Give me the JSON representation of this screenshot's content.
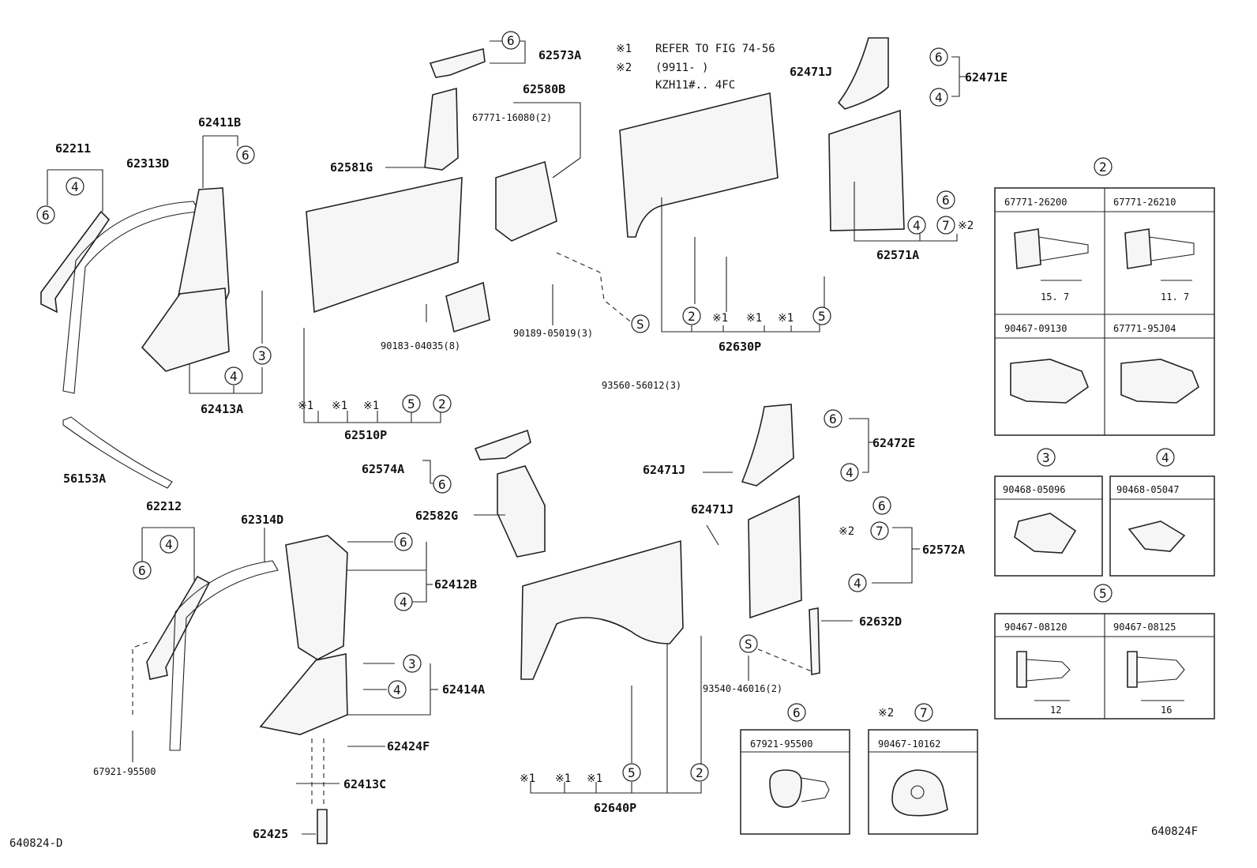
{
  "notes": {
    "n1_mark": "※1",
    "n1_text": "REFER TO FIG 74-56",
    "n2_mark": "※2",
    "n2_text": "(9911-      )",
    "n2_text2": "KZH11#.. 4FC"
  },
  "parts": {
    "p62573A": "62573A",
    "p62580B": "62580B",
    "p67771_16080": "67771-16080(2)",
    "p62581G": "62581G",
    "p62411B": "62411B",
    "p62211": "62211",
    "p62313D": "62313D",
    "p62413A": "62413A",
    "p62510P": "62510P",
    "p90183": "90183-04035(8)",
    "p90189": "90189-05019(3)",
    "p93560": "93560-56012(3)",
    "p62471J_a": "62471J",
    "p62471E": "62471E",
    "p62571A": "62571A",
    "p62630P": "62630P",
    "p56153A": "56153A",
    "p62212": "62212",
    "p62314D": "62314D",
    "p62412B": "62412B",
    "p62414A": "62414A",
    "p62424F": "62424F",
    "p62413C": "62413C",
    "p62425": "62425",
    "p67921_bl": "67921-95500",
    "p62574A": "62574A",
    "p62582G": "62582G",
    "p62472E": "62472E",
    "p62471J_b": "62471J",
    "p62471J_c": "62471J",
    "p62572A": "62572A",
    "p62632D": "62632D",
    "p93540": "93540-46016(2)",
    "p62640P": "62640P"
  },
  "circles": {
    "c2": "2",
    "c3": "3",
    "c4": "4",
    "c5": "5",
    "c6": "6",
    "c7": "7",
    "cS": "S"
  },
  "star1": "※1",
  "star2": "※2",
  "legend": {
    "g2": {
      "num": "2",
      "parts": [
        "67771-26200",
        "67771-26210",
        "90467-09130",
        "67771-95J04"
      ],
      "dim_a": "15. 7",
      "dim_b": "11. 7"
    },
    "g3": {
      "num": "3",
      "part": "90468-05096"
    },
    "g4": {
      "num": "4",
      "part": "90468-05047"
    },
    "g5": {
      "num": "5",
      "parts": [
        "90467-08120",
        "90467-08125"
      ],
      "dim_a": "12",
      "dim_b": "16"
    },
    "g6": {
      "num": "6",
      "part": "67921-95500"
    },
    "g7": {
      "num": "7",
      "mark": "※2",
      "part": "90467-10162"
    }
  },
  "footer": {
    "left": "640824-D",
    "right": "640824F"
  }
}
